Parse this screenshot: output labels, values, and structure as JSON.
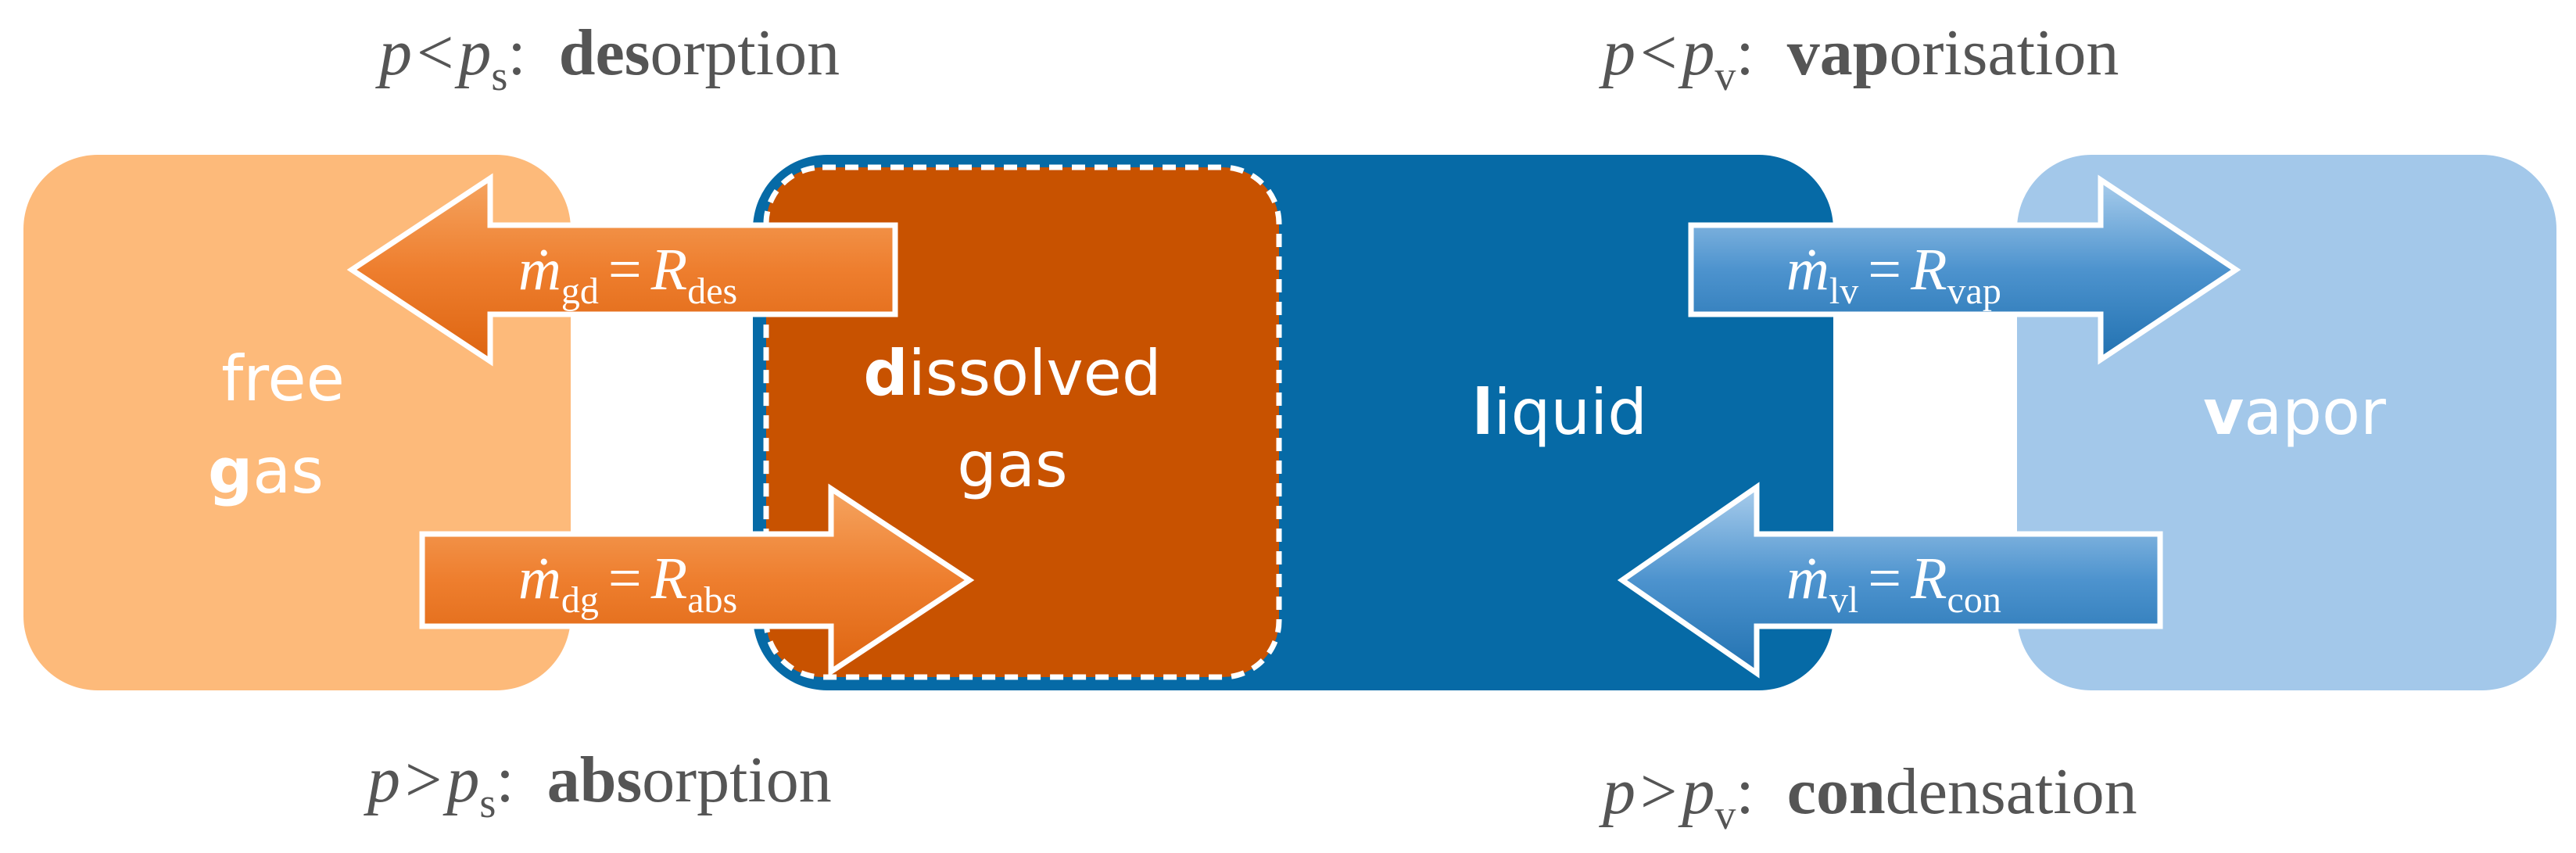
{
  "colors": {
    "free_gas": "#FDBA7A",
    "dissolved_gas": "#C85200",
    "liquid": "#066AA6",
    "vapor": "#A3C8EA",
    "condition_text": "#555555",
    "box_text": "#FFFFFF"
  },
  "conditions": {
    "desorption": {
      "lhs": "p",
      "op": "<",
      "rhs": "p",
      "rhs_sub": "s",
      "colon": ":",
      "bold": "des",
      "rest": "orption"
    },
    "absorption": {
      "lhs": "p",
      "op": ">",
      "rhs": "p",
      "rhs_sub": "s",
      "colon": ":",
      "bold": "abs",
      "rest": "orption"
    },
    "vaporisation": {
      "lhs": "p",
      "op": "<",
      "rhs": "p",
      "rhs_sub": "v",
      "colon": ":",
      "bold": "vap",
      "rest": "orisation"
    },
    "condensation": {
      "lhs": "p",
      "op": ">",
      "rhs": "p",
      "rhs_sub": "v",
      "colon": ":",
      "bold": "con",
      "rest": "densation"
    }
  },
  "boxes": {
    "free_gas": {
      "line1": "free",
      "line2_bold": "g",
      "line2_rest": "as"
    },
    "dissolved_gas": {
      "line1_bold": "d",
      "line1_rest": "issolved",
      "line2": "gas"
    },
    "liquid": {
      "bold": "l",
      "rest": "iquid"
    },
    "vapor": {
      "bold": "v",
      "rest": "apor"
    }
  },
  "arrows": {
    "gd": {
      "m": "ṁ",
      "m_sub": "gd",
      "eq": "=",
      "R": "R",
      "R_sub": "des"
    },
    "dg": {
      "m": "ṁ",
      "m_sub": "dg",
      "eq": "=",
      "R": "R",
      "R_sub": "abs"
    },
    "lv": {
      "m": "ṁ",
      "m_sub": "lv",
      "eq": "=",
      "R": "R",
      "R_sub": "vap"
    },
    "vl": {
      "m": "ṁ",
      "m_sub": "vl",
      "eq": "=",
      "R": "R",
      "R_sub": "con"
    }
  }
}
